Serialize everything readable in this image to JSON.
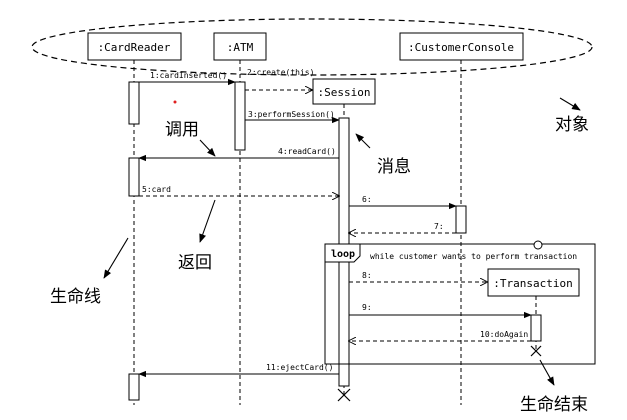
{
  "objects": {
    "card_reader": ":CardReader",
    "atm": ":ATM",
    "customer_console": ":CustomerConsole",
    "session": ":Session",
    "transaction": ":Transaction"
  },
  "messages": {
    "m1": "1:cardInserted()",
    "m2": "2:create(this)",
    "m3": "3:performSession()",
    "m4": "4:readCard()",
    "m5": "5:card",
    "m6": "6:",
    "m7": "7:",
    "m8": "8:",
    "m9": "9:",
    "m10": "10:doAgain",
    "m11": "11:ejectCard()"
  },
  "loop": {
    "keyword": "loop",
    "condition": "while customer wants to perform transaction"
  },
  "annotations": {
    "objects": "对象",
    "call": "调用",
    "message": "消息",
    "return": "返回",
    "lifeline": "生命线",
    "end_of_life": "生命结束"
  }
}
